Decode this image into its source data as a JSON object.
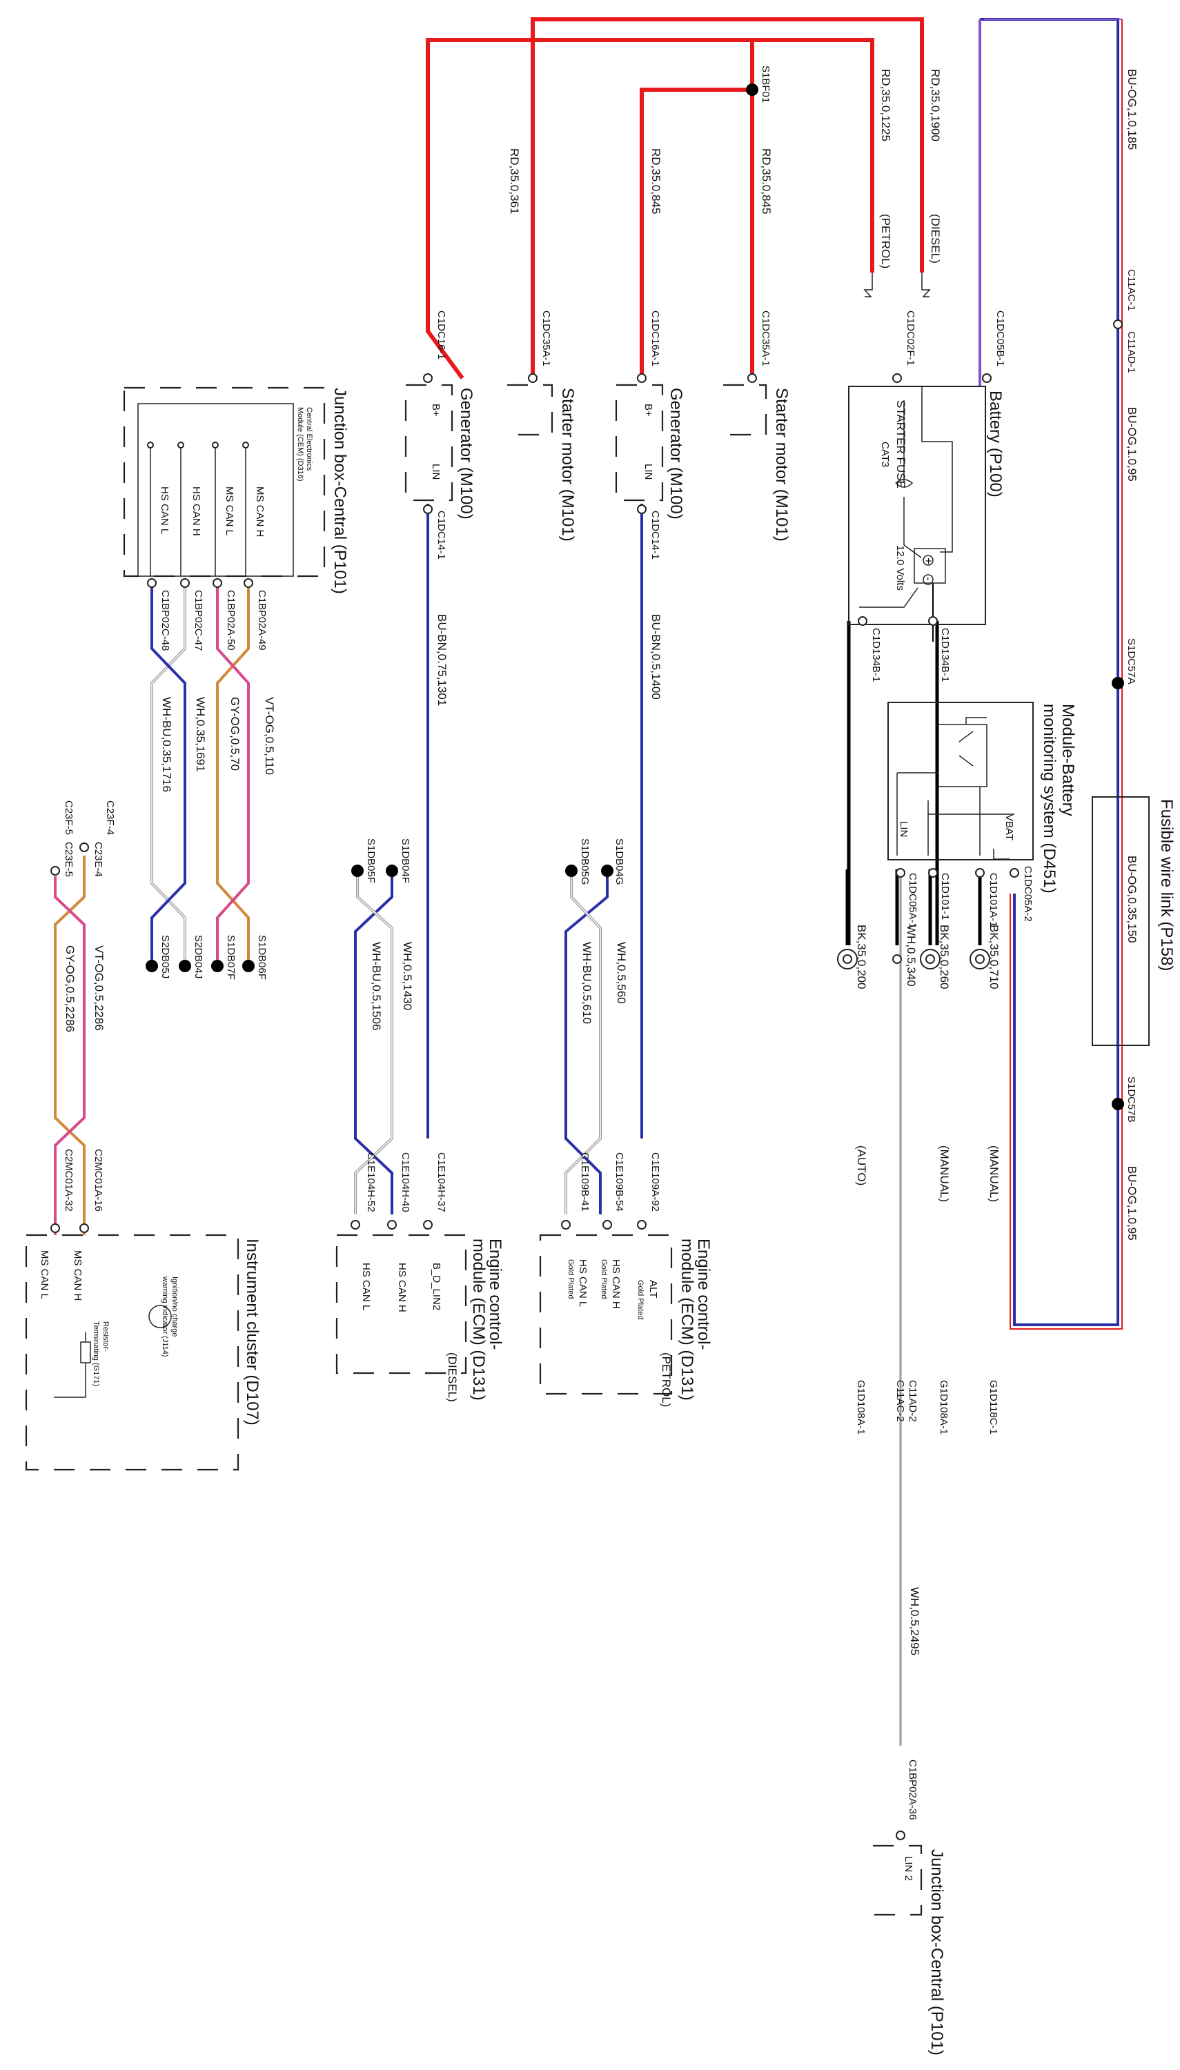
{
  "colors": {
    "red": "#e8191b",
    "blue": "#2b2fa8",
    "violet": "#8a4fd0",
    "orange": "#d08a3a",
    "pink": "#d84a8a",
    "grey": "#9a9a9a",
    "black": "#000000"
  },
  "components": {
    "battery": "Battery (P100)",
    "starter_fuse": "STARTER FUSE",
    "cat3": "CAT3",
    "volts": "12.0 Volts",
    "plus": "+",
    "minus": "-",
    "bms": [
      "Module-Battery",
      "monitoring system (D451)"
    ],
    "vbat": "VBAT",
    "lin": "LIN",
    "fusible": "Fusible wire link (P158)",
    "starter_motor": "Starter motor (M101)",
    "generator": "Generator (M100)",
    "b_plus": "B+",
    "junction_box": "Junction box-Central (P101)",
    "cem": [
      "Central Electronics",
      "Module (CEM) (D316)"
    ],
    "ms_can_h": "MS CAN H",
    "ms_can_l": "MS CAN L",
    "hs_can_h": "HS CAN H",
    "hs_can_l": "HS CAN L",
    "ecm": [
      "Engine control-",
      "module (ECM) (D131)"
    ],
    "petrol": "(PETROL)",
    "diesel": "(DIESEL)",
    "alt": "ALT",
    "gold_plated": "Gold Plated",
    "b_d_lin2": "B_D_LIN2",
    "instrument_cluster": "Instrument cluster (D107)",
    "indicator": [
      "Ignition/no charge",
      "warning indicator (J114)"
    ],
    "resistor": [
      "Resistor-",
      "Terminating (G171)"
    ],
    "lin2": "LIN 2",
    "auto": "(AUTO)",
    "manual": "(MANUAL)"
  },
  "wires": {
    "bu_og_1_185": "BU-OG,1.0,185",
    "bu_og_1_95a": "BU-OG,1.0,95",
    "bu_og_1_95b": "BU-OG,1.0,95",
    "bu_og_035_150": "BU-OG,0.35,150",
    "rd_1900": "RD,35.0,1900",
    "rd_1225": "RD,35.0,1225",
    "rd_845a": "RD,35.0,845",
    "rd_845b": "RD,35.0,845",
    "rd_361": "RD,35.0,361",
    "bk_710": "BK,35.0,710",
    "bk_260": "BK,35.0,260",
    "bk_200": "BK,35.0,200",
    "wh_340": "WH,0.5,340",
    "wh_2495": "WH,0.5,2495",
    "bu_bn_1400": "BU-BN,0.5,1400",
    "bu_bn_1301": "BU-BN,0.75,1301",
    "wh_560": "WH,0.5,560",
    "wh_bu_610": "WH-BU,0.5,610",
    "wh_1430": "WH,0.5,1430",
    "wh_bu_1506": "WH-BU,0.5,1506",
    "vt_og_110": "VT-OG,0.5,110",
    "gy_og_70": "GY-OG,0.5,70",
    "wh_1691": "WH,0.35,1691",
    "wh_bu_1716": "WH-BU,0.35,1716",
    "vt_og_2286": "VT-OG,0.5,2286",
    "gy_og_2286": "GY-OG,0.5,2286"
  },
  "connectors": {
    "c11ac1": "C11AC-1",
    "c11ad1": "C11AD-1",
    "s1dc57a": "S1DC57A",
    "s1dc57b": "S1DC57B",
    "c1dc05b1": "C1DC05B-1",
    "c1dc02f1": "C1DC02F-1",
    "s1bf01": "S1BF01",
    "c1dc35a1_a": "C1DC35A-1",
    "c1dc16a1": "C1DC16A-1",
    "c1dc35a1_b": "C1DC35A-1",
    "c1dc16_1": "C1DC16-1",
    "c1d134b1_a": "C1D134B-1",
    "c1d134b1_b": "C1D134B-1",
    "c1dc05a2": "C1DC05A-2",
    "c1d101a1": "C1D101A-1",
    "c1d101_1": "C1D101-1",
    "c1dc05a1": "C1DC05A-1",
    "g1d118c1": "G1D118C-1",
    "g1d108a1_a": "G1D108A-1",
    "g1d108a1_b": "G1D108A-1",
    "c11ad2": "C11AD-2",
    "c11ac2": "C11AC-2",
    "c1bp02a36": "C1BP02A-36",
    "c1dc14_1_a": "C1DC14-1",
    "c1dc14_1_b": "C1DC14-1",
    "s1db04g": "S1DB04G",
    "s1db05g": "S1DB05G",
    "c1e109a92": "C1E109A-92",
    "c1e109b54": "C1E109B-54",
    "c1e109b41": "C1E109B-41",
    "s1db04f": "S1DB04F",
    "s1db05f": "S1DB05F",
    "c1e104h37": "C1E104H-37",
    "c1e104h40": "C1E104H-40",
    "c1e104h52": "C1E104H-52",
    "c1bp02a49": "C1BP02A-49",
    "c1bp02a50": "C1BP02A-50",
    "c1bp02c47": "C1BP02C-47",
    "c1bp02c48": "C1BP02C-48",
    "s1db06f": "S1DB06F",
    "s1db07f": "S1DB07F",
    "s2db04j": "S2DB04J",
    "s2db05j": "S2DB05J",
    "c23f4": "C23F-4",
    "c23e4": "C23E-4",
    "c23f5": "C23F-5",
    "c23e5": "C23E-5",
    "c2mc01a16": "C2MC01A-16",
    "c2mc01a32": "C2MC01A-32"
  }
}
